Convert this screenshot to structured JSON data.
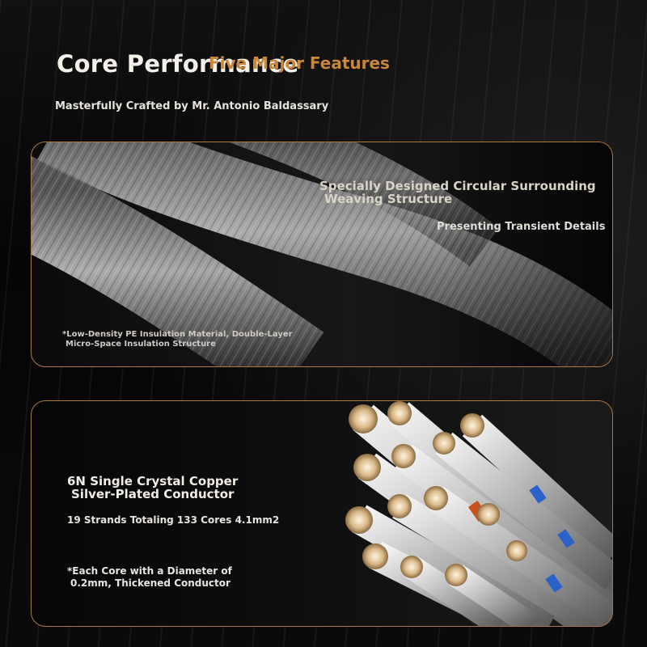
{
  "header": {
    "title": "Core Performance",
    "title_overlay": "Five Major Features",
    "subtitle": "Masterfully Crafted by Mr. Antonio Baldassary"
  },
  "panel_insulation": {
    "heading_line1": "Specially Designed Circular Surrounding",
    "heading_line2": "Weaving Structure",
    "detail": "Presenting Transient Details",
    "note_line1": "*Low-Density PE Insulation Material, Double-Layer",
    "note_line2": "Micro-Space Insulation Structure"
  },
  "panel_conductor": {
    "heading_line1": "6N Single Crystal Copper",
    "heading_line2": "Silver-Plated Conductor",
    "strands": "19 Strands Totaling 133 Cores 4.1mm2",
    "note_line1": "*Each Core with a Diameter of",
    "note_line2": "0.2mm, Thickened Conductor"
  },
  "colors": {
    "accent": "#c8873a",
    "border": "#a87a3e",
    "background": "#050505"
  }
}
